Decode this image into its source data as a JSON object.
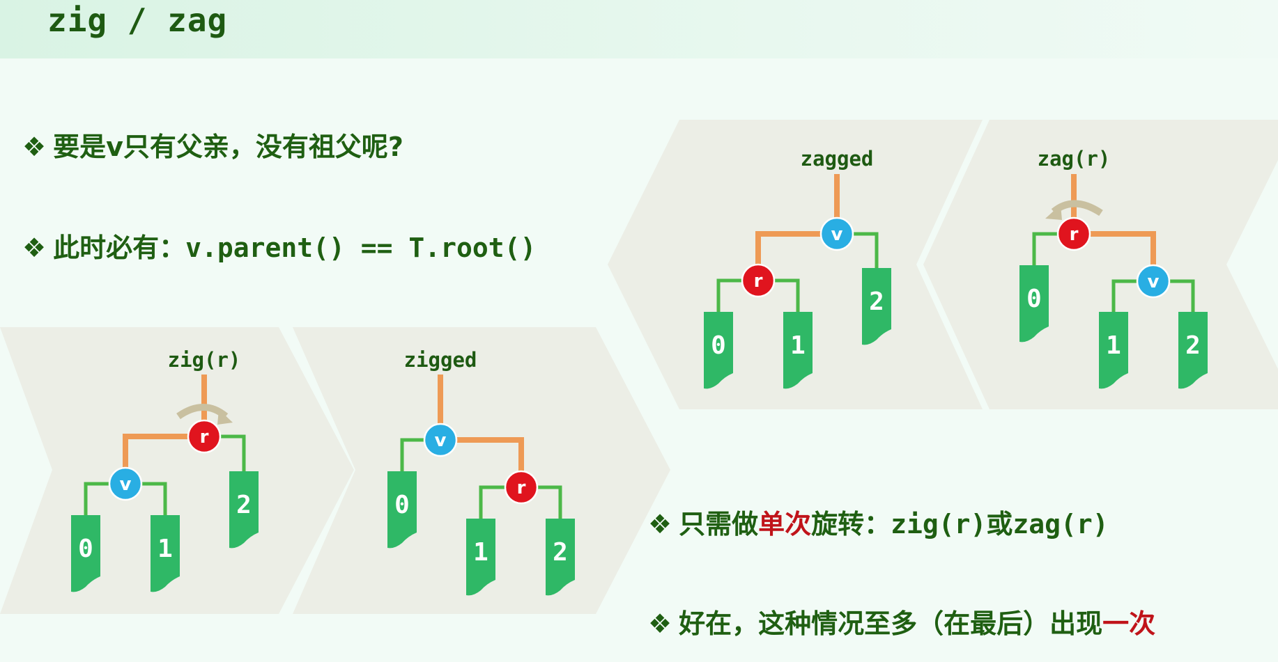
{
  "title": "zig / zag",
  "bullets": {
    "b1": {
      "mark": "❖",
      "text": "要是v只有父亲，没有祖父呢?"
    },
    "b2": {
      "mark": "❖",
      "text": "此时必有：",
      "code": "v.parent() == T.root()"
    },
    "b3": {
      "mark": "❖",
      "pre": "只需做",
      "highlight": "单次",
      "mid": "旋转：",
      "code1": "zig(r)",
      "conj": "或",
      "code2": "zag(r)"
    },
    "b4": {
      "mark": "❖",
      "pre": "好在，这种情况至多（在最后）出现",
      "highlight": "一次"
    }
  },
  "panels": {
    "zig_before": {
      "label": "zig(r)",
      "root": "r",
      "child": "v",
      "leaves": [
        "0",
        "1",
        "2"
      ]
    },
    "zig_after": {
      "label": "zigged",
      "root": "v",
      "child": "r",
      "leaves": [
        "0",
        "1",
        "2"
      ]
    },
    "zag_after": {
      "label": "zagged",
      "root": "v",
      "child": "r",
      "leaves": [
        "0",
        "1",
        "2"
      ]
    },
    "zag_before": {
      "label": "zag(r)",
      "root": "r",
      "child": "v",
      "leaves": [
        "0",
        "1",
        "2"
      ]
    }
  },
  "colors": {
    "text_green": "#1f5f12",
    "highlight_red": "#c0141a",
    "node_v": "#29aee3",
    "node_r": "#e0141e",
    "leaf_green": "#2fb866",
    "edge_green": "#4cb848",
    "edge_orange": "#ee9a55",
    "rotate_arrow": "#c9c0a0",
    "panel_bg": "#eceee6"
  }
}
